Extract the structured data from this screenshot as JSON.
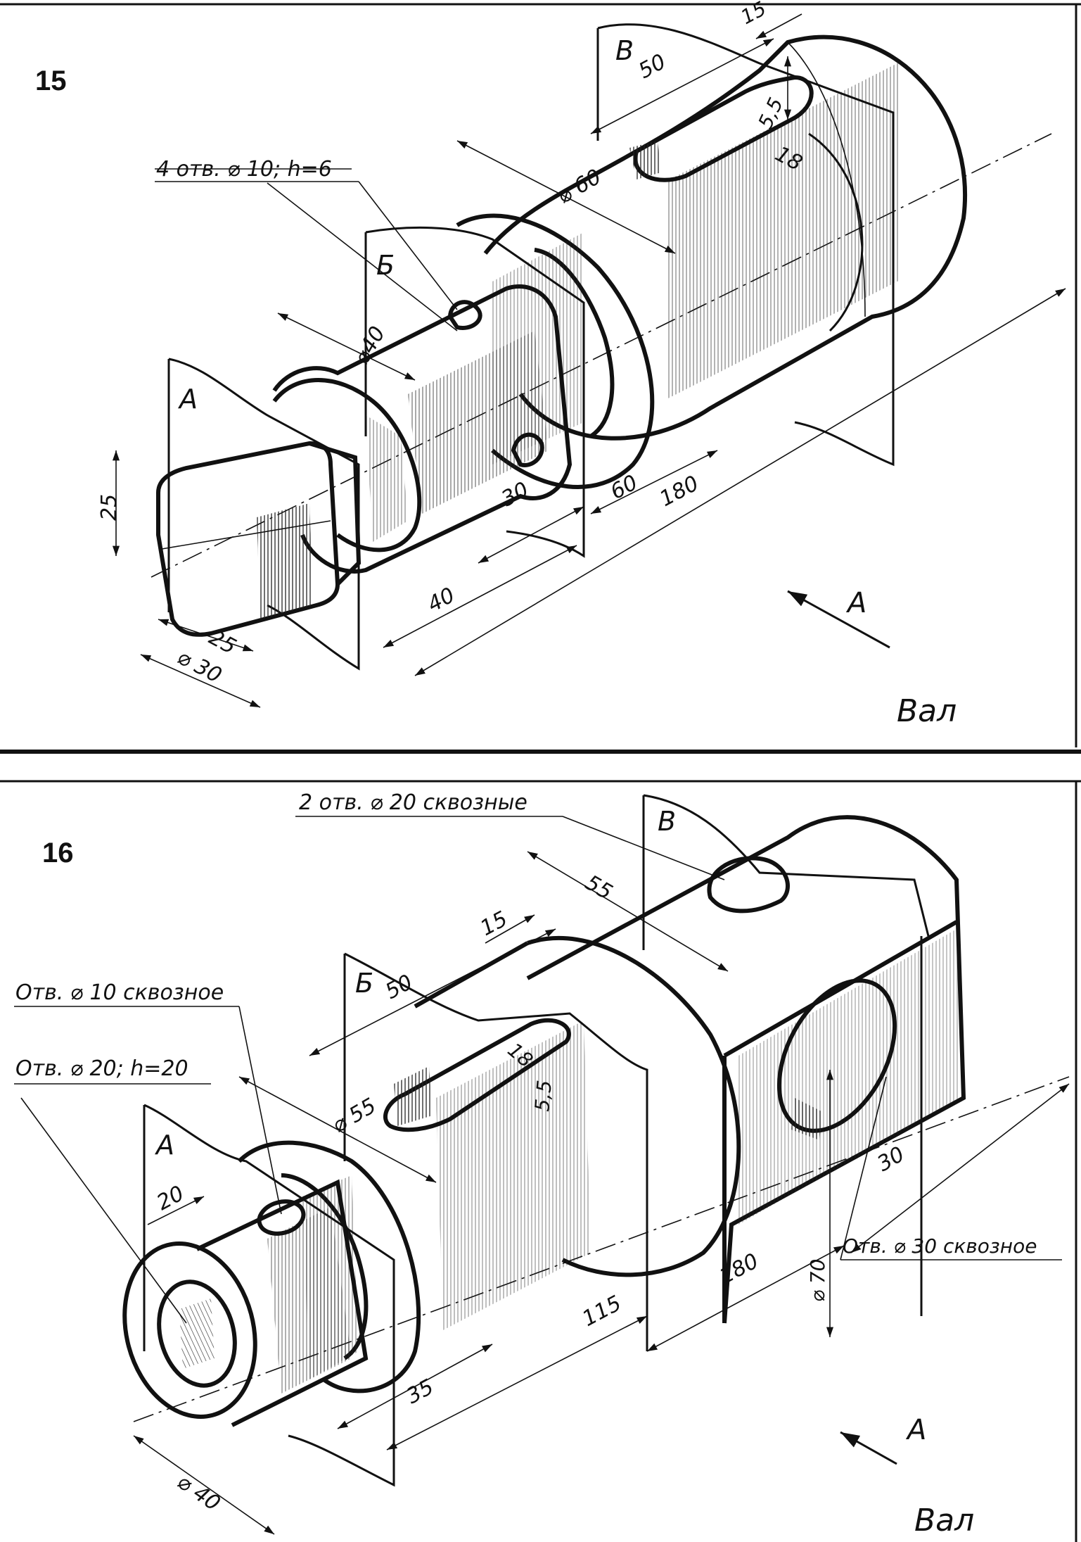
{
  "panel15": {
    "number": "15",
    "title": "Вал",
    "section_labels": [
      "А",
      "Б",
      "В"
    ],
    "view_label": "А",
    "notes": {
      "holes": "4 отв. ⌀ 10; h=6"
    },
    "dimensions": {
      "d15": "15",
      "d50": "50",
      "d55": "5,5",
      "d18": "18",
      "d60dia": "⌀ 60",
      "d40dia": "⌀40",
      "d25a": "25",
      "d25b": "25",
      "d30dia": "⌀ 30",
      "d30": "30",
      "d60": "60",
      "d180": "180",
      "d40": "40"
    }
  },
  "panel16": {
    "number": "16",
    "title": "Вал",
    "section_labels": [
      "А",
      "Б",
      "В"
    ],
    "view_label": "А",
    "notes": {
      "top": "2 отв. ⌀ 20 сквозные",
      "hole10": "Отв. ⌀ 10 сквозное",
      "hole20": "Отв. ⌀ 20; h=20",
      "hole30": "Отв. ⌀ 30 сквозное"
    },
    "dimensions": {
      "d55": "55",
      "d15": "15",
      "d50": "50",
      "d18": "18",
      "d55s": "5,5",
      "d55dia": "⌀ 55",
      "d20": "20",
      "d30": "30",
      "d180": "180",
      "d70dia": "⌀ 70",
      "d115": "115",
      "d35": "35",
      "d40dia": "⌀ 40"
    }
  }
}
